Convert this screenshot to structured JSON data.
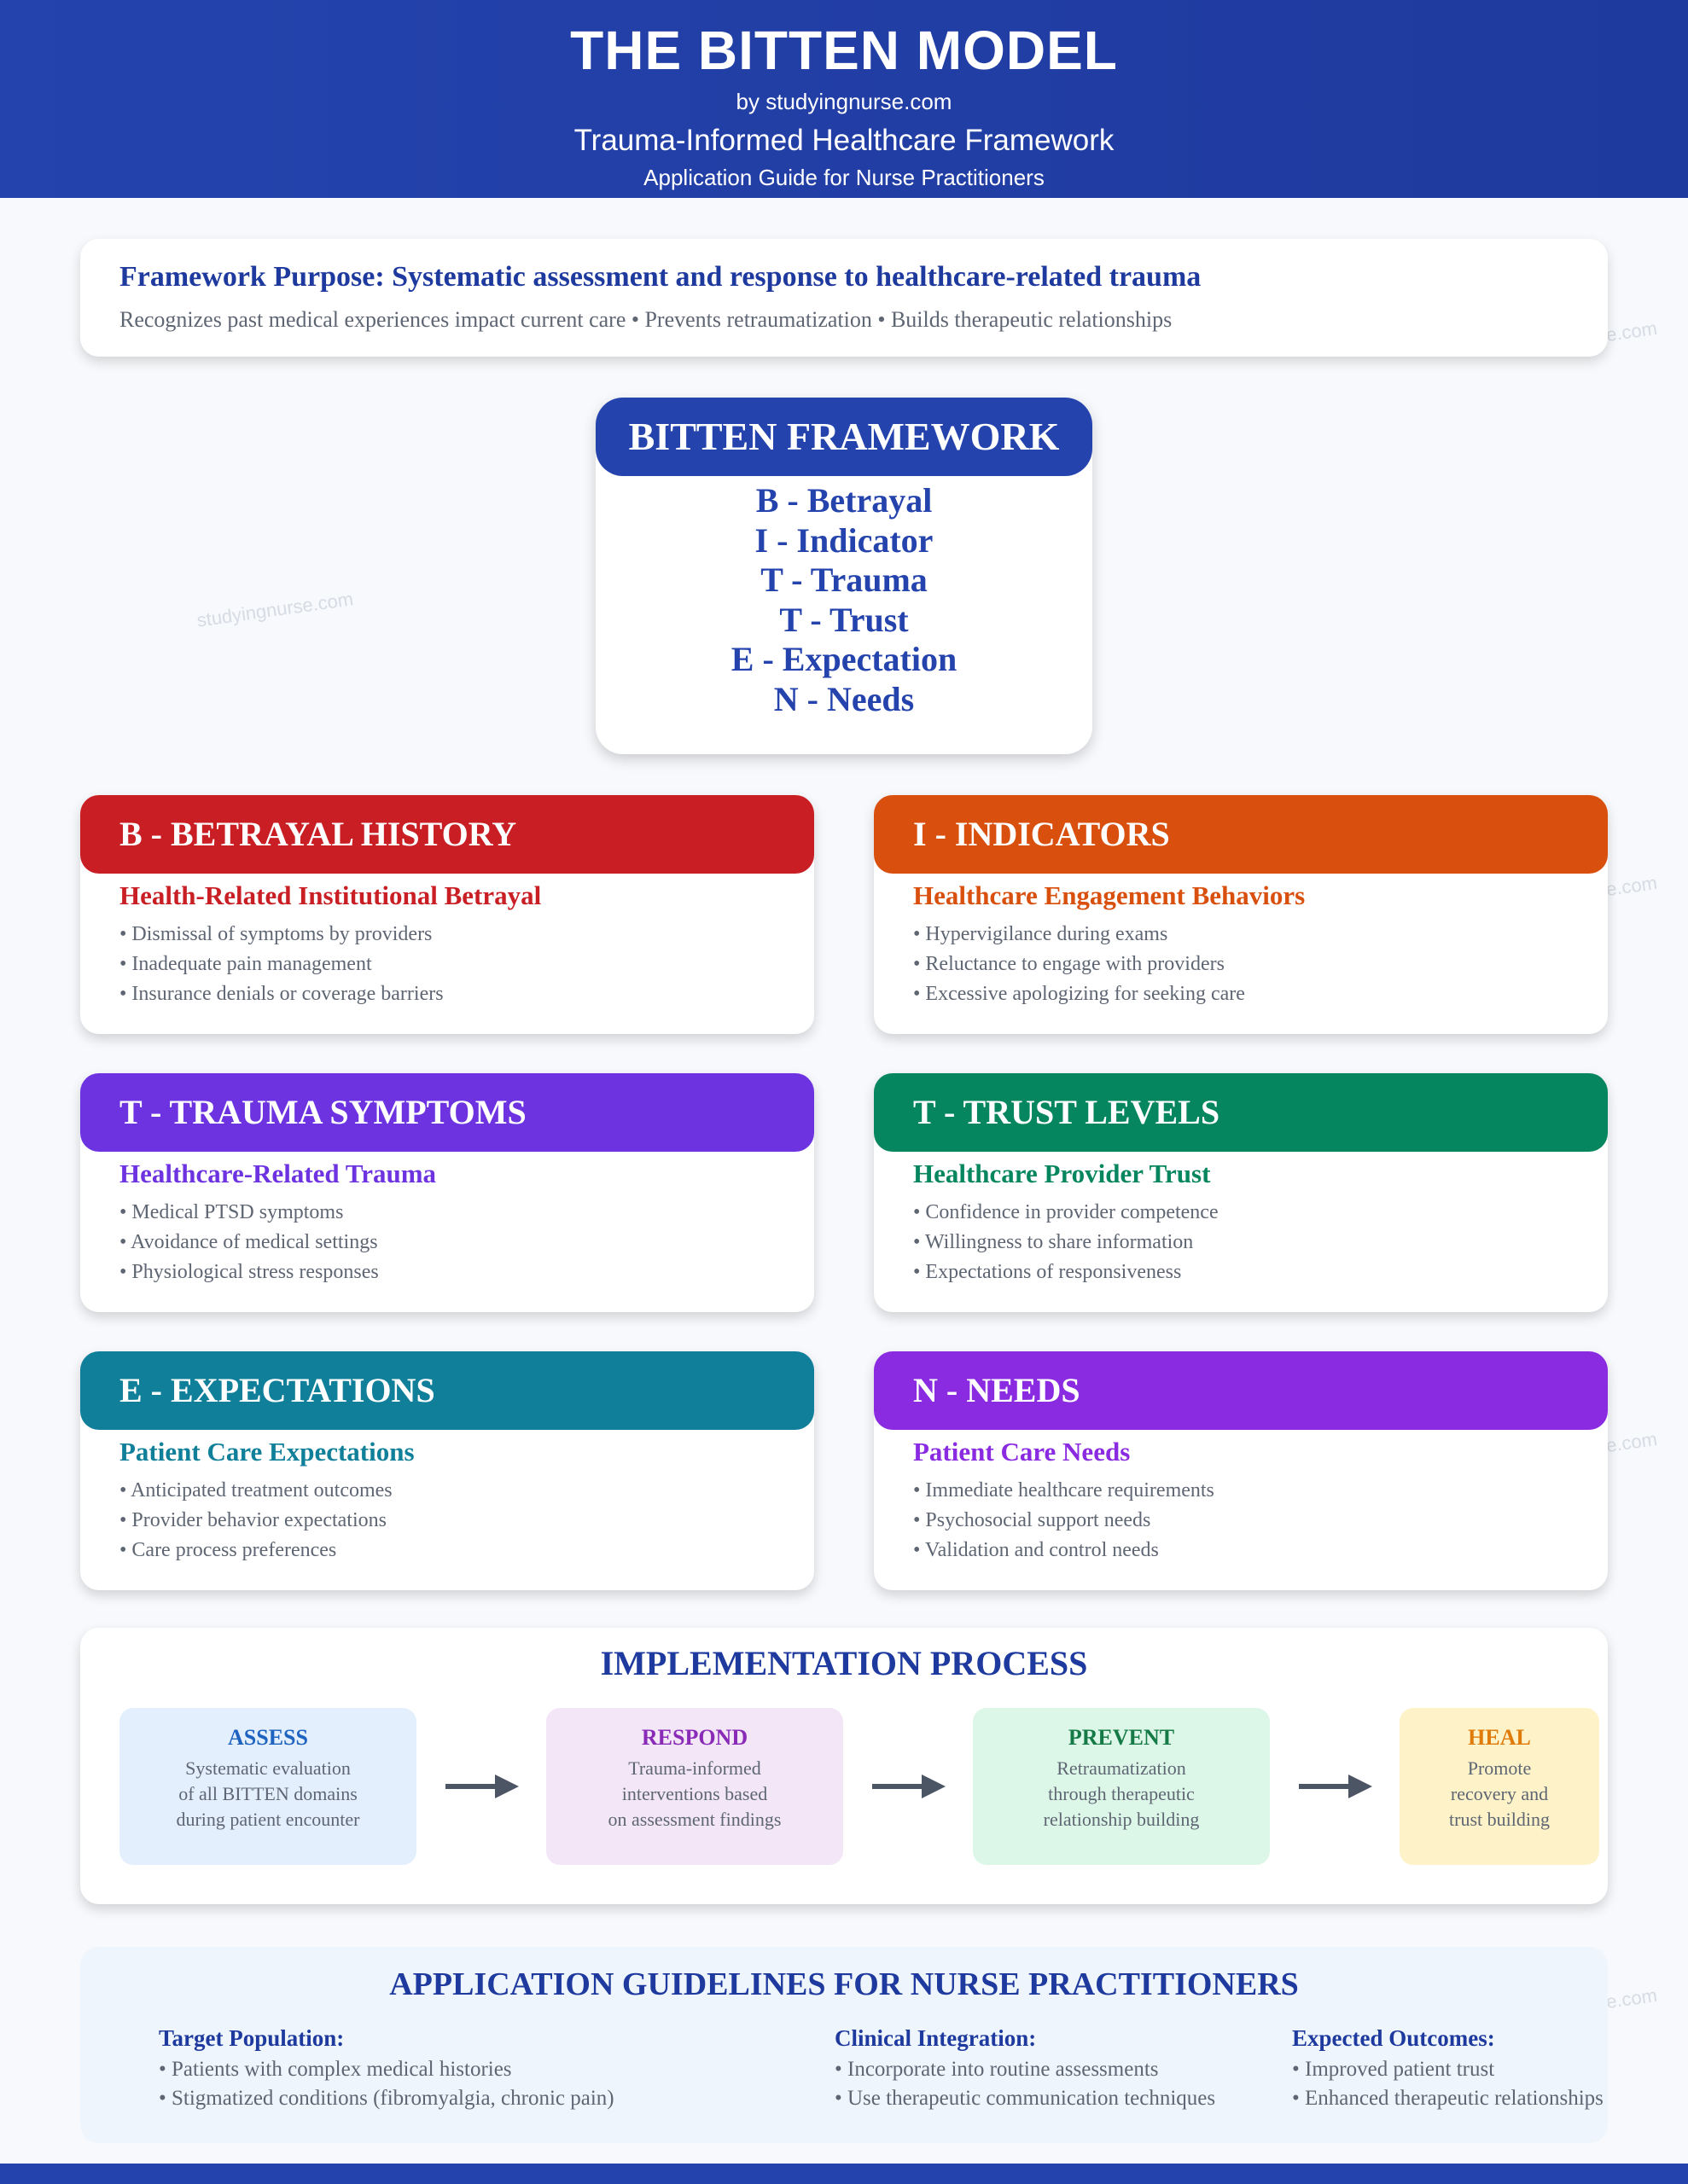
{
  "header": {
    "title": "THE BITTEN MODEL",
    "byline": "by studyingnurse.com",
    "subtitle": "Trauma-Informed Healthcare Framework",
    "tagline": "Application Guide for Nurse Practitioners"
  },
  "watermark": "studyingnurse.com",
  "watermark_partial": "e.com",
  "purpose": {
    "heading": "Framework Purpose: Systematic assessment and response to healthcare-related trauma",
    "text": "Recognizes past medical experiences impact current care • Prevents retraumatization • Builds therapeutic relationships"
  },
  "framework": {
    "title": "BITTEN FRAMEWORK",
    "items": [
      "B - Betrayal",
      "I - Indicator",
      "T - Trauma",
      "T - Trust",
      "E - Expectation",
      "N - Needs"
    ]
  },
  "cards": [
    {
      "title": "B - BETRAYAL HISTORY",
      "subtitle": "Health-Related Institutional Betrayal",
      "color": "#c81e24",
      "items": [
        "• Dismissal of symptoms by providers",
        "• Inadequate pain management",
        "• Insurance denials or coverage barriers"
      ]
    },
    {
      "title": "I - INDICATORS",
      "subtitle": "Healthcare Engagement Behaviors",
      "color": "#d9500e",
      "items": [
        "• Hypervigilance during exams",
        "• Reluctance to engage with providers",
        "• Excessive apologizing for seeking care"
      ]
    },
    {
      "title": "T - TRAUMA SYMPTOMS",
      "subtitle": "Healthcare-Related Trauma",
      "color": "#6d33e0",
      "items": [
        "• Medical PTSD symptoms",
        "• Avoidance of medical settings",
        "• Physiological stress responses"
      ]
    },
    {
      "title": "T - TRUST LEVELS",
      "subtitle": "Healthcare Provider Trust",
      "color": "#06865e",
      "items": [
        "• Confidence in provider competence",
        "• Willingness to share information",
        "• Expectations of responsiveness"
      ]
    },
    {
      "title": "E - EXPECTATIONS",
      "subtitle": "Patient Care Expectations",
      "color": "#0f7f9a",
      "items": [
        "• Anticipated treatment outcomes",
        "• Provider behavior expectations",
        "• Care process preferences"
      ]
    },
    {
      "title": "N - NEEDS",
      "subtitle": "Patient Care Needs",
      "color": "#8a2be2",
      "items": [
        "• Immediate healthcare requirements",
        "• Psychosocial support needs",
        "• Validation and control needs"
      ]
    }
  ],
  "implementation": {
    "title": "IMPLEMENTATION PROCESS",
    "steps": [
      {
        "name": "ASSESS",
        "color": "#1e63c0",
        "bg": "#e3effc",
        "lines": [
          "Systematic evaluation",
          "of all BITTEN domains",
          "during patient encounter"
        ]
      },
      {
        "name": "RESPOND",
        "color": "#8a2bb8",
        "bg": "#f2e6f7",
        "lines": [
          "Trauma-informed",
          "interventions based",
          "on assessment findings"
        ]
      },
      {
        "name": "PREVENT",
        "color": "#167a46",
        "bg": "#dcf7e8",
        "lines": [
          "Retraumatization",
          "through therapeutic",
          "relationship building"
        ]
      },
      {
        "name": "HEAL",
        "color": "#e07b0a",
        "bg": "#fdf2c8",
        "lines": [
          "Promote",
          "recovery and",
          "trust building"
        ]
      }
    ]
  },
  "guidelines": {
    "title": "APPLICATION GUIDELINES FOR NURSE PRACTITIONERS",
    "columns": [
      {
        "title": "Target Population:",
        "items": [
          "• Patients with complex medical histories",
          "• Stigmatized conditions (fibromyalgia, chronic pain)"
        ]
      },
      {
        "title": "Clinical Integration:",
        "items": [
          "• Incorporate into routine assessments",
          "• Use therapeutic communication techniques"
        ]
      },
      {
        "title": "Expected Outcomes:",
        "items": [
          "• Improved patient trust",
          "• Enhanced therapeutic relationships"
        ]
      }
    ]
  }
}
